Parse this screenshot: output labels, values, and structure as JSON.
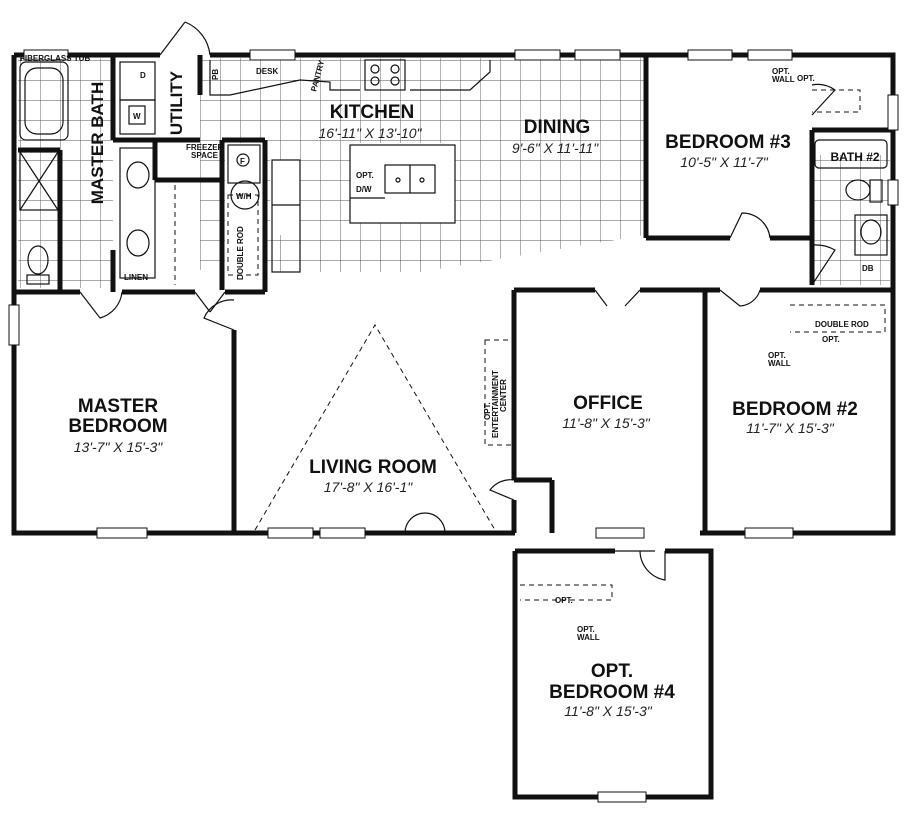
{
  "rooms": {
    "kitchen": {
      "name": "KITCHEN",
      "dim": "16'-11\" X 13'-10\""
    },
    "dining": {
      "name": "DINING",
      "dim": "9'-6\" X 11'-11\""
    },
    "bedroom3": {
      "name": "BEDROOM #3",
      "dim": "10'-5\" X 11'-7\""
    },
    "bath2": {
      "name": "BATH #2"
    },
    "master_bath": {
      "name": "MASTER BATH"
    },
    "utility": {
      "name": "UTILITY"
    },
    "master_bedroom": {
      "name_1": "MASTER",
      "name_2": "BEDROOM",
      "dim": "13'-7\" X 15'-3\""
    },
    "living_room": {
      "name": "LIVING ROOM",
      "dim": "17'-8\" X 16'-1\""
    },
    "office": {
      "name": "OFFICE",
      "dim": "11'-8\" X 15'-3\""
    },
    "bedroom2": {
      "name": "BEDROOM #2",
      "dim": "11'-7\" X 15'-3\""
    },
    "bedroom4": {
      "name_1": "OPT.",
      "name_2": "BEDROOM #4",
      "dim": "11'-8\" X 15'-3\""
    }
  },
  "labels": {
    "desk": "DESK",
    "pantry": "PANTRY",
    "freezer_1": "FREEZER",
    "freezer_2": "SPACE",
    "wh": "W/H",
    "f": "F",
    "w": "W",
    "d": "D",
    "pb": "PB",
    "linen": "LINEN",
    "double_rod": "DOUBLE ROD",
    "opt_dw_1": "OPT.",
    "opt_dw_2": "D/W",
    "opt": "OPT.",
    "opt_wall_1": "OPT.",
    "opt_wall_2": "WALL",
    "db": "DB",
    "ent_1": "OPT.",
    "ent_2": "ENTERTAINMENT",
    "ent_3": "CENTER",
    "fiberglass_tub": "FIBERGLASS TUB"
  }
}
